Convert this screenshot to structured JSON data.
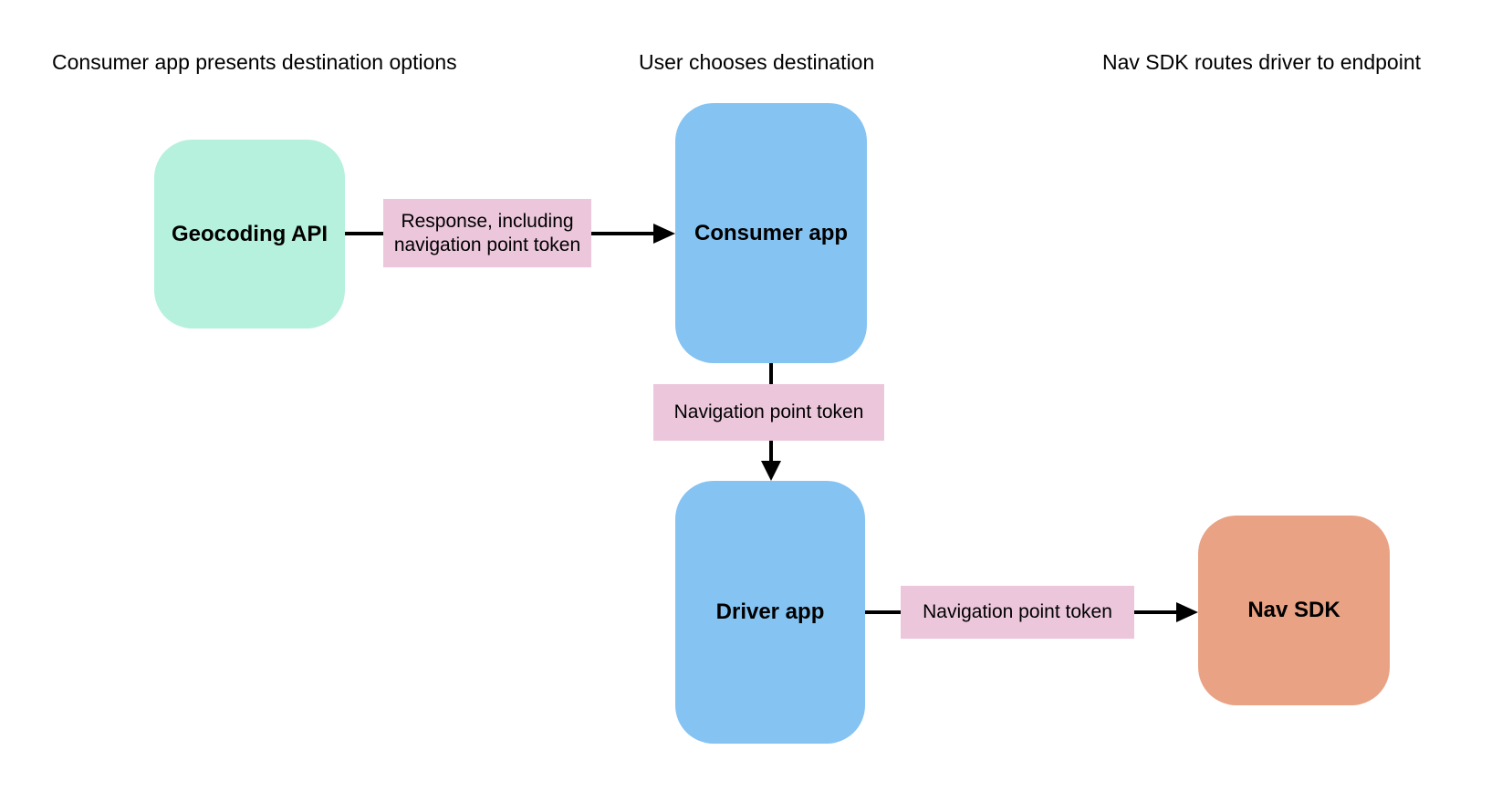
{
  "diagram": {
    "background_color": "#ffffff",
    "arrow_color": "#000000",
    "edge_label_background": "#ecc7dc",
    "headers": {
      "left": "Consumer app presents destination options",
      "center": "User chooses destination",
      "right": "Nav SDK routes driver to endpoint"
    },
    "nodes": {
      "geocoding_api": {
        "label": "Geocoding API",
        "color": "#b5f1dc"
      },
      "consumer_app": {
        "label": "Consumer app",
        "color": "#85c3f2"
      },
      "driver_app": {
        "label": "Driver app",
        "color": "#85c3f2"
      },
      "nav_sdk": {
        "label": "Nav SDK",
        "color": "#e9a284"
      }
    },
    "edges": {
      "geocoding_to_consumer": {
        "from": "Geocoding API",
        "to": "Consumer app",
        "label": "Response, including navigation point token"
      },
      "consumer_to_driver": {
        "from": "Consumer app",
        "to": "Driver app",
        "label": "Navigation point token"
      },
      "driver_to_nav_sdk": {
        "from": "Driver app",
        "to": "Nav SDK",
        "label": "Navigation point token"
      }
    }
  }
}
